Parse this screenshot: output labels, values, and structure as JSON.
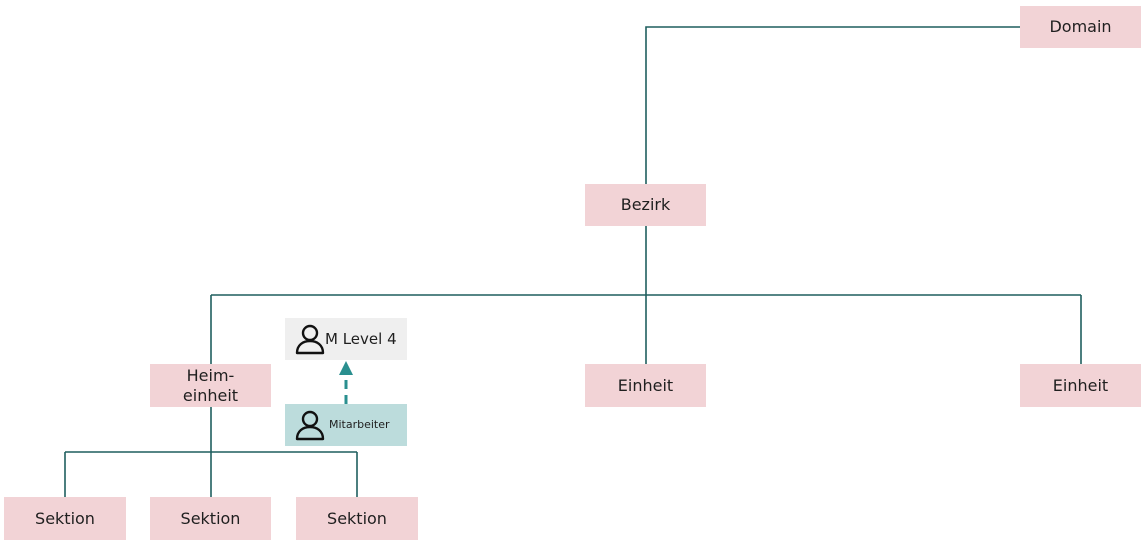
{
  "colors": {
    "unit_fill": "#f2d3d6",
    "level_fill": "#efefef",
    "employee_fill": "#bcdcdc",
    "connector": "#1f5f5f",
    "arrow": "#2a8f8f"
  },
  "nodes": {
    "domain": "Domain",
    "bezirk": "Bezirk",
    "heim_line1": "Heim-",
    "heim_line2": "einheit",
    "einheit_1": "Einheit",
    "einheit_2": "Einheit",
    "level": "M Level 4",
    "employee": "Mitarbeiter",
    "sektion_1": "Sektion",
    "sektion_2": "Sektion",
    "sektion_3": "Sektion"
  },
  "icons": {
    "level": "person-icon",
    "employee": "person-icon",
    "arrow": "dashed-arrow-up"
  }
}
